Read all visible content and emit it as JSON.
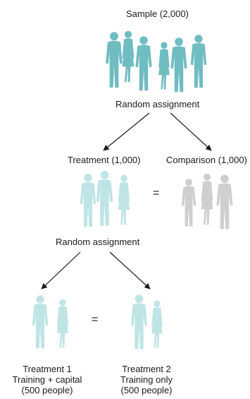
{
  "sample": {
    "label": "Sample (2,000)"
  },
  "first_assignment": {
    "label": "Random assignment"
  },
  "treatment": {
    "label": "Treatment (1,000)"
  },
  "comparison": {
    "label": "Comparison (1,000)"
  },
  "equals_top": "=",
  "second_assignment": {
    "label": "Random assignment"
  },
  "equals_bottom": "=",
  "treatment1": {
    "line1": "Treatment 1",
    "line2": "Training + capital",
    "line3": "(500 people)"
  },
  "treatment2": {
    "line1": "Treatment 2",
    "line2": "Training only",
    "line3": "(500 people)"
  },
  "colors": {
    "sample_people": "#6fbcc1",
    "treatment_people": "#bfe4e5",
    "comparison_people": "#cfcfcf",
    "subgroup_people": "#bfe4e5",
    "arrow": "#1a1a1a"
  },
  "icons": {
    "person": "person-silhouette-icon",
    "arrow": "arrow-down-icon"
  }
}
